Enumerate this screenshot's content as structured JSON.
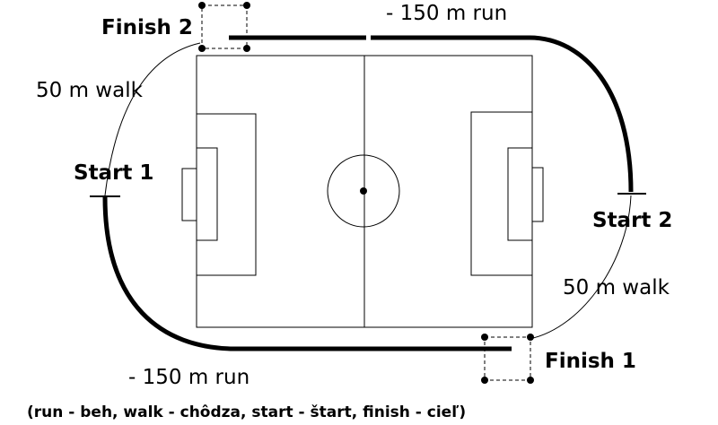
{
  "labels": {
    "finish_2": "Finish 2",
    "run_top": "- 150 m run",
    "walk_left": "50 m walk",
    "start_1": "Start 1",
    "start_2": "Start 2",
    "walk_right": "50 m walk",
    "finish_1": "Finish 1",
    "run_bottom": "- 150 m run",
    "legend": "(run - beh, walk - chôdza, start - štart, finish - cieľ)"
  },
  "colors": {
    "line": "#000000",
    "background": "#ffffff"
  }
}
